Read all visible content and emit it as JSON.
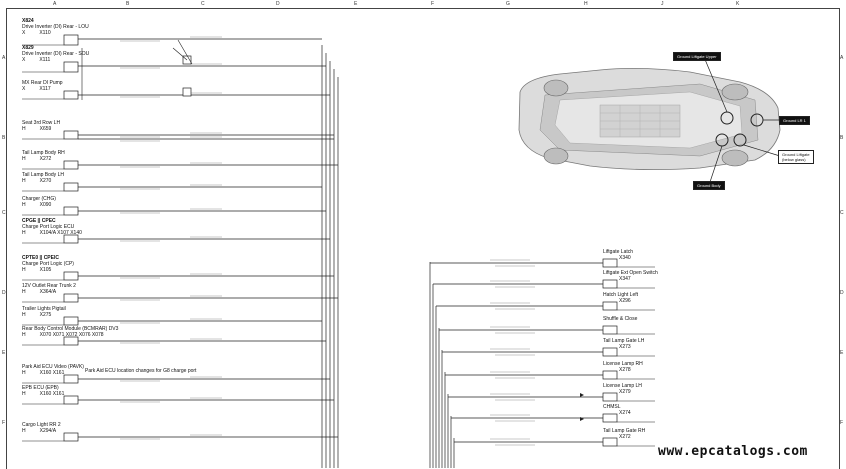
{
  "grid": {
    "columns": [
      "A",
      "B",
      "C",
      "D",
      "E",
      "F",
      "G",
      "H",
      "J",
      "K"
    ],
    "rows": [
      "A",
      "B",
      "C",
      "D",
      "E",
      "F"
    ]
  },
  "left_components": [
    {
      "group": "X824",
      "name": "Drive Inverter (DI) Rear - LOU",
      "pin": "X",
      "conn": "X110"
    },
    {
      "group": "X829",
      "name": "Drive Inverter (DI) Rear - SOU",
      "pin": "X",
      "conn": "X111"
    },
    {
      "group": "",
      "name": "MX Rear DI Pump",
      "pin": "X",
      "conn": "X117"
    },
    {
      "group": "",
      "name": "Seat 3rd Row LH",
      "pin": "H",
      "conn": "X659"
    },
    {
      "group": "",
      "name": "Tail Lamp Body RH",
      "pin": "H",
      "conn": "X272"
    },
    {
      "group": "",
      "name": "Tail Lamp Body LH",
      "pin": "H",
      "conn": "X270"
    },
    {
      "group": "",
      "name": "Charger (CHG)",
      "pin": "H",
      "conn": "X090"
    },
    {
      "group": "CPGE || CPEC",
      "name": "Charge Port Logic ECU",
      "pin": "H",
      "conn": "X104/A X107 X140"
    },
    {
      "group": "CPTE0 || CPEIC",
      "name": "Charge Port Logic (CP)",
      "pin": "H",
      "conn": "X105"
    },
    {
      "group": "",
      "name": "12V Outlet Rear Trunk 2",
      "pin": "H",
      "conn": "X364/A"
    },
    {
      "group": "",
      "name": "Trailer Lights Pigtail",
      "pin": "H",
      "conn": "X275"
    },
    {
      "group": "",
      "name": "Rear Body Control Module (BCMRAR) DV3",
      "pin": "H",
      "conn": "X070 X071 X072 X076 X078"
    },
    {
      "group": "",
      "name": "Park Aid ECU Video (PAVK)",
      "pin": "H",
      "conn": "X160 X161"
    },
    {
      "group": "",
      "name": "EPB ECU (EPB)",
      "pin": "H",
      "conn": "X160 X161"
    },
    {
      "group": "",
      "name": "Cargo Light RR 2",
      "pin": "H",
      "conn": "X294/A"
    }
  ],
  "note": "Park Aid ECU location changes for G8 charge port",
  "right_components": [
    {
      "name": "Liftgate Latch",
      "conn": "X340"
    },
    {
      "name": "Liftgate Ext Open Switch",
      "conn": "X347"
    },
    {
      "name": "Hatch Light Left",
      "conn": "X296"
    },
    {
      "name": "Shuffle & Close",
      "conn": ""
    },
    {
      "name": "Tail Lamp Gate LH",
      "conn": "X273"
    },
    {
      "name": "License Lamp RH",
      "conn": "X278"
    },
    {
      "name": "License Lamp LH",
      "conn": "X279"
    },
    {
      "name": "CHMSL",
      "conn": "X274"
    },
    {
      "name": "Tail Lamp Gate RH",
      "conn": "X272"
    }
  ],
  "callouts": {
    "ground_liftgate_upper": "Ground Liftgate Upper",
    "ground_lr1": "Ground LR 1",
    "ground_liftgate_below": "Ground Liftgate",
    "ground_liftgate_below_2": "(below glass)",
    "ground_body": "Ground Body"
  },
  "watermark": "www.epcatalogs.com",
  "colors": {
    "line": "#222222",
    "frame": "#444444",
    "car_body": "#d9d9d9"
  }
}
